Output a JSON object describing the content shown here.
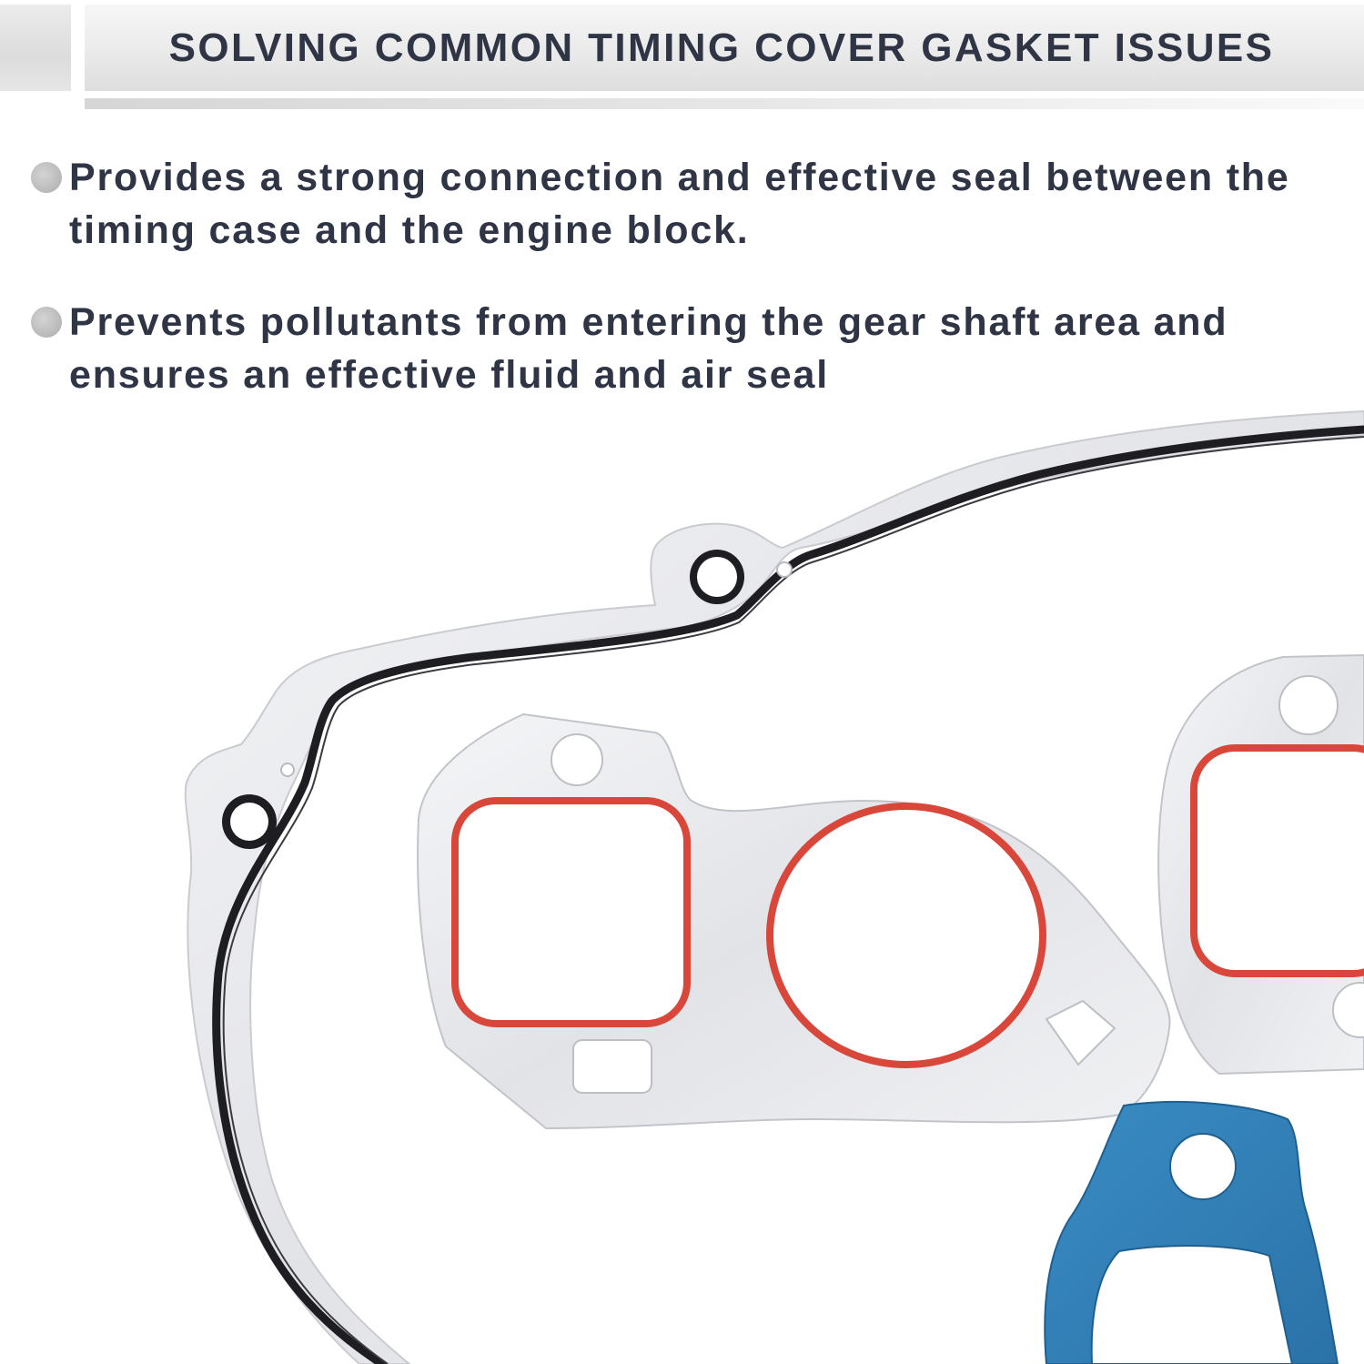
{
  "header": {
    "title": "SOLVING COMMON TIMING COVER GASKET ISSUES"
  },
  "features": [
    {
      "text": "Provides a strong connection and effective seal between the timing case and the engine block."
    },
    {
      "text": "Prevents pollutants from entering the gear shaft area and ensures an effective fluid and air seal"
    }
  ],
  "colors": {
    "heading_text": "#2f3545",
    "bullet_dot": "#b8b8b8",
    "gasket_metal": "#e8e9ec",
    "seal_black": "#1e1e22",
    "seal_red": "#d8473a",
    "gasket_blue": "#2f7fb8"
  }
}
